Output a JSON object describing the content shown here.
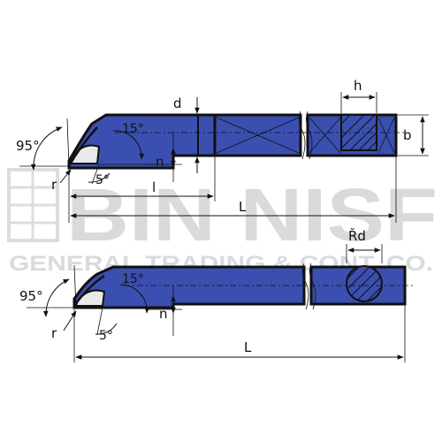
{
  "watermark": {
    "main": "BIN NISF",
    "sub": "GENERAL TRADING & CONT. CO."
  },
  "top_view": {
    "angle_main": "95°",
    "angle_rake": "15°",
    "angle_clear": "5°",
    "radius": "r",
    "dim_d": "d",
    "dim_n": "n",
    "dim_l": "l",
    "dim_L": "L",
    "dim_h": "h",
    "dim_b": "b"
  },
  "bottom_view": {
    "angle_main": "95°",
    "angle_rake": "15°",
    "angle_clear": "5°",
    "radius": "r",
    "dim_n": "n",
    "dim_L": "L",
    "dim_round": "Řd"
  },
  "colors": {
    "tool_body": "#3b4fb0",
    "outline": "#111111",
    "watermark": "#d9dadc"
  }
}
